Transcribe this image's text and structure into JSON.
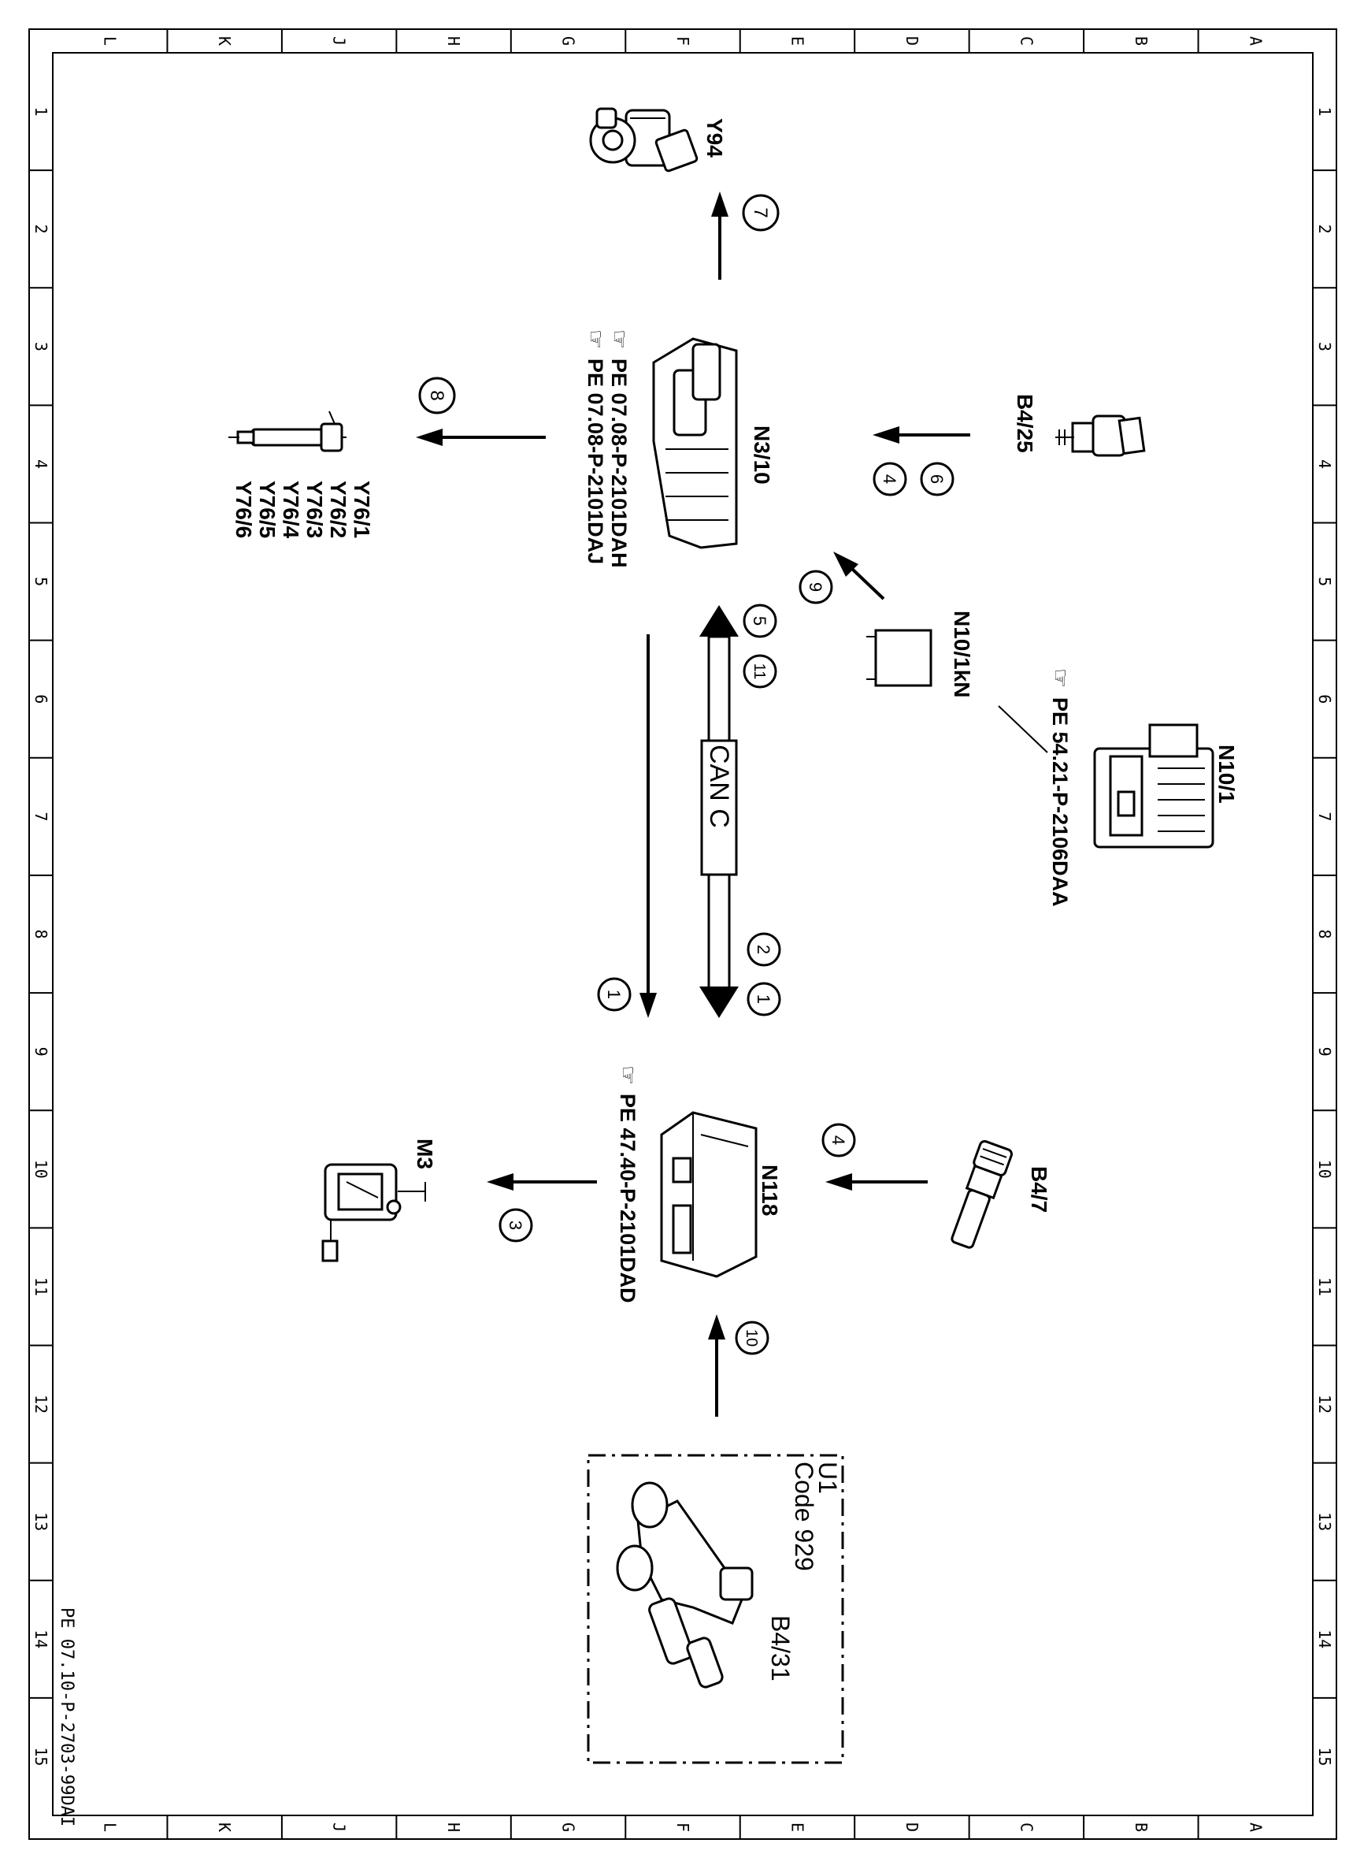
{
  "frame": {
    "col_letters": [
      "L",
      "K",
      "J",
      "H",
      "G",
      "F",
      "E",
      "D",
      "C",
      "B",
      "A"
    ],
    "row_numbers": [
      "1",
      "2",
      "3",
      "4",
      "5",
      "6",
      "7",
      "8",
      "9",
      "10",
      "11",
      "12",
      "13",
      "14",
      "15"
    ],
    "doc_ref": "PE 07.10-P-2703-99DAI"
  },
  "components": {
    "y94": "Y94",
    "n3_10": "N3/10",
    "n3_10_ref1": "PE 07.08-P-2101DAH",
    "n3_10_ref2": "PE 07.08-P-2101DAJ",
    "b4_25": "B4/25",
    "y76_1": "Y76/1",
    "y76_2": "Y76/2",
    "y76_3": "Y76/3",
    "y76_4": "Y76/4",
    "y76_5": "Y76/5",
    "y76_6": "Y76/6",
    "n10_1kn": "N10/1kN",
    "n10_1": "N10/1",
    "n10_1_ref": "PE 54.21-P-2106DAA",
    "can_label": "CAN C",
    "n118": "N118",
    "n118_ref": "PE 47.40-P-2101DAD",
    "b4_7": "B4/7",
    "m3": "M3",
    "u1": "U1",
    "u1_code": "Code 929",
    "b4_31": "B4/31"
  },
  "signals": {
    "s7": "7",
    "s8": "8",
    "s6": "6",
    "s4_upper": "4",
    "s9": "9",
    "s5": "5",
    "s11": "11",
    "s2": "2",
    "s1_right": "1",
    "s1_left": "1",
    "s4_lower": "4",
    "s3": "3",
    "s10": "10"
  },
  "icons": [
    "hand-pointer-icon"
  ]
}
